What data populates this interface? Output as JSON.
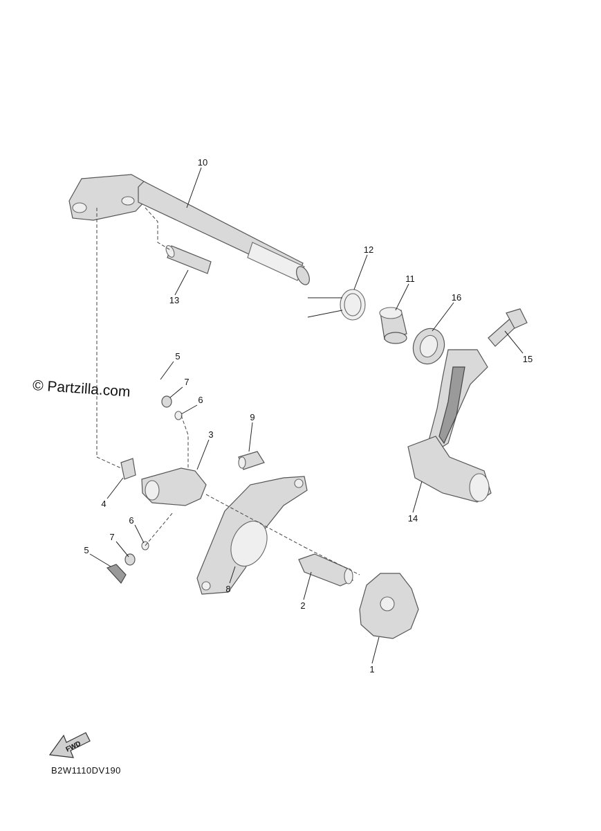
{
  "watermark": "© Partzilla.com",
  "diagram_code": "B2W1110DV190",
  "fwd_label": "FWD",
  "callouts": [
    "1",
    "2",
    "3",
    "4",
    "5",
    "5",
    "6",
    "6",
    "7",
    "7",
    "8",
    "9",
    "10",
    "11",
    "12",
    "13",
    "14",
    "15",
    "16"
  ]
}
